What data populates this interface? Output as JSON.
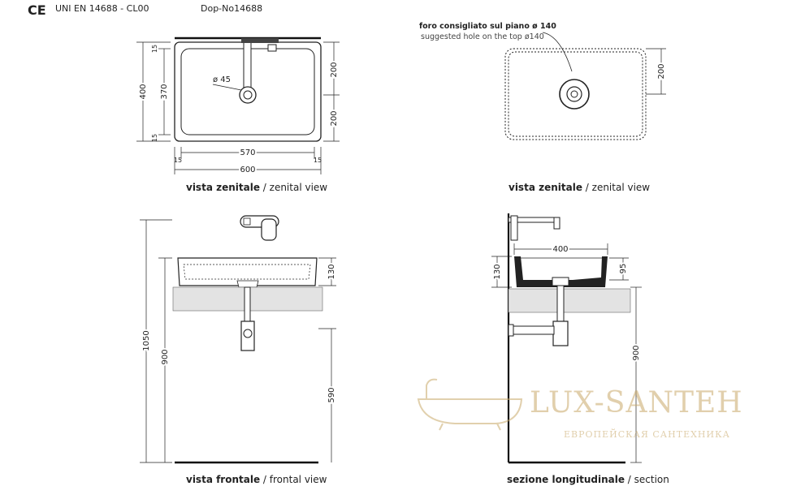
{
  "header": {
    "ce_mark": "CE",
    "standard": "UNI EN 14688  -  CL00",
    "model": "Dop-No14688"
  },
  "views": {
    "top_left": {
      "title_bold": "vista zenitale",
      "title_rest": " / zenital view"
    },
    "top_right": {
      "title_bold": "vista zenitale",
      "title_rest": " / zenital view"
    },
    "front": {
      "title_bold": "vista frontale",
      "title_rest": " / frontal view"
    },
    "section": {
      "title_bold": "sezione longitudinale",
      "title_rest": " / section"
    }
  },
  "annotations": {
    "hole_it": "foro consigliato sul piano ø 140",
    "hole_en": "suggested hole on the top ø140",
    "drain_diameter": "ø 45"
  },
  "dimensions": {
    "tl_width_outer": "600",
    "tl_width_inner": "570",
    "tl_edge_left": "15",
    "tl_edge_right": "15",
    "tl_height_outer": "400",
    "tl_height_inner": "370",
    "tl_edge_top": "15",
    "tl_edge_bottom": "15",
    "tl_half_top": "200",
    "tl_half_bottom": "200",
    "tr_half": "200",
    "front_basin_h": "130",
    "front_total": "1050",
    "front_counter": "900",
    "front_trap": "590",
    "sec_width": "400",
    "sec_basin_h": "130",
    "sec_depth": "95",
    "sec_counter": "900"
  },
  "watermark": {
    "brand": "LUX-SANTEH",
    "tagline": "ЕВРОПЕЙСКАЯ САНТЕХНИКА",
    "color": "#c9a96a"
  }
}
